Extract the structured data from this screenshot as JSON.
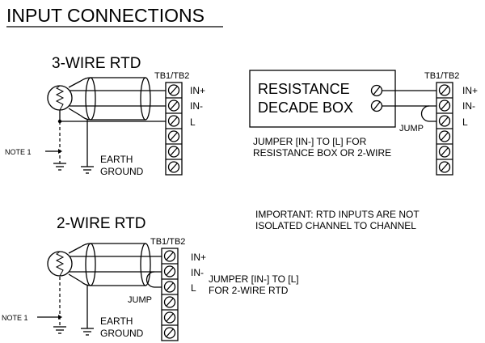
{
  "title": "INPUT CONNECTIONS",
  "three_wire": {
    "heading": "3-WIRE RTD",
    "terminal_block": "TB1/TB2",
    "terminals": [
      "IN+",
      "IN-",
      "L"
    ],
    "note": "NOTE 1",
    "ground_line1": "EARTH",
    "ground_line2": "GROUND"
  },
  "decade_box": {
    "line1": "RESISTANCE",
    "line2": "DECADE BOX",
    "terminal_block": "TB1/TB2",
    "terminals": [
      "IN+",
      "IN-",
      "L"
    ],
    "jump": "JUMP",
    "caption_line1": "JUMPER [IN-] TO [L] FOR",
    "caption_line2": "RESISTANCE BOX OR 2-WIRE"
  },
  "important": {
    "line1": "IMPORTANT:  RTD INPUTS ARE NOT",
    "line2": "ISOLATED CHANNEL TO CHANNEL"
  },
  "two_wire": {
    "heading": "2-WIRE RTD",
    "terminal_block": "TB1/TB2",
    "terminals": [
      "IN+",
      "IN-",
      "L"
    ],
    "jump": "JUMP",
    "caption_line1": "JUMPER [IN-] TO [L]",
    "caption_line2": "FOR 2-WIRE RTD",
    "note": "NOTE 1",
    "ground_line1": "EARTH",
    "ground_line2": "GROUND"
  }
}
